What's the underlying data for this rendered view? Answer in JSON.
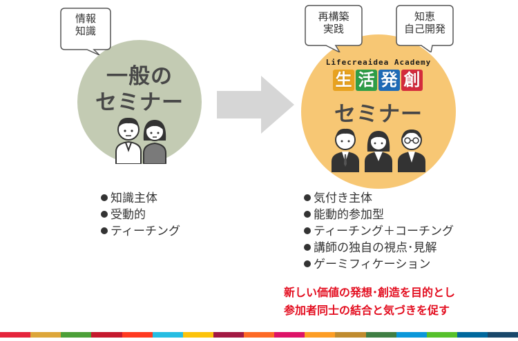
{
  "left": {
    "bubble": [
      "情報",
      "知識"
    ],
    "title": [
      "一般の",
      "セミナー"
    ],
    "features": [
      "知識主体",
      "受動的",
      "ティーチング"
    ]
  },
  "right": {
    "bubble1": [
      "再構築",
      "実践"
    ],
    "bubble2": [
      "知恵",
      "自己開発"
    ],
    "academy": "Lifecreaidea Academy",
    "kanji": [
      {
        "char": "生",
        "color": "#e8a21f"
      },
      {
        "char": "活",
        "color": "#2e9e47"
      },
      {
        "char": "発",
        "color": "#1e6bb8"
      },
      {
        "char": "創",
        "color": "#d42b3c"
      }
    ],
    "title": "セミナー",
    "features": [
      "気付き主体",
      "能動的参加型",
      "ティーチング＋コーチング",
      "講師の独自の視点･見解",
      "ゲーミフィケーション"
    ]
  },
  "tagline": [
    "新しい価値の発想･創造を目的とし",
    "参加者同士の結合と気づきを促す"
  ],
  "colors": {
    "left_circle": "#c3cbb3",
    "right_circle": "#f7c774",
    "arrow": "#d6d6d6",
    "tagline": "#e30d1f",
    "bar": [
      "#e5243b",
      "#dda63a",
      "#4c9f38",
      "#c5192d",
      "#ff3a21",
      "#26bde2",
      "#fcc30b",
      "#a21942",
      "#fd6925",
      "#dd1367",
      "#fd9d24",
      "#bf8b2e",
      "#3f7e44",
      "#0a97d9",
      "#56c02b",
      "#00689d",
      "#19486a"
    ]
  }
}
